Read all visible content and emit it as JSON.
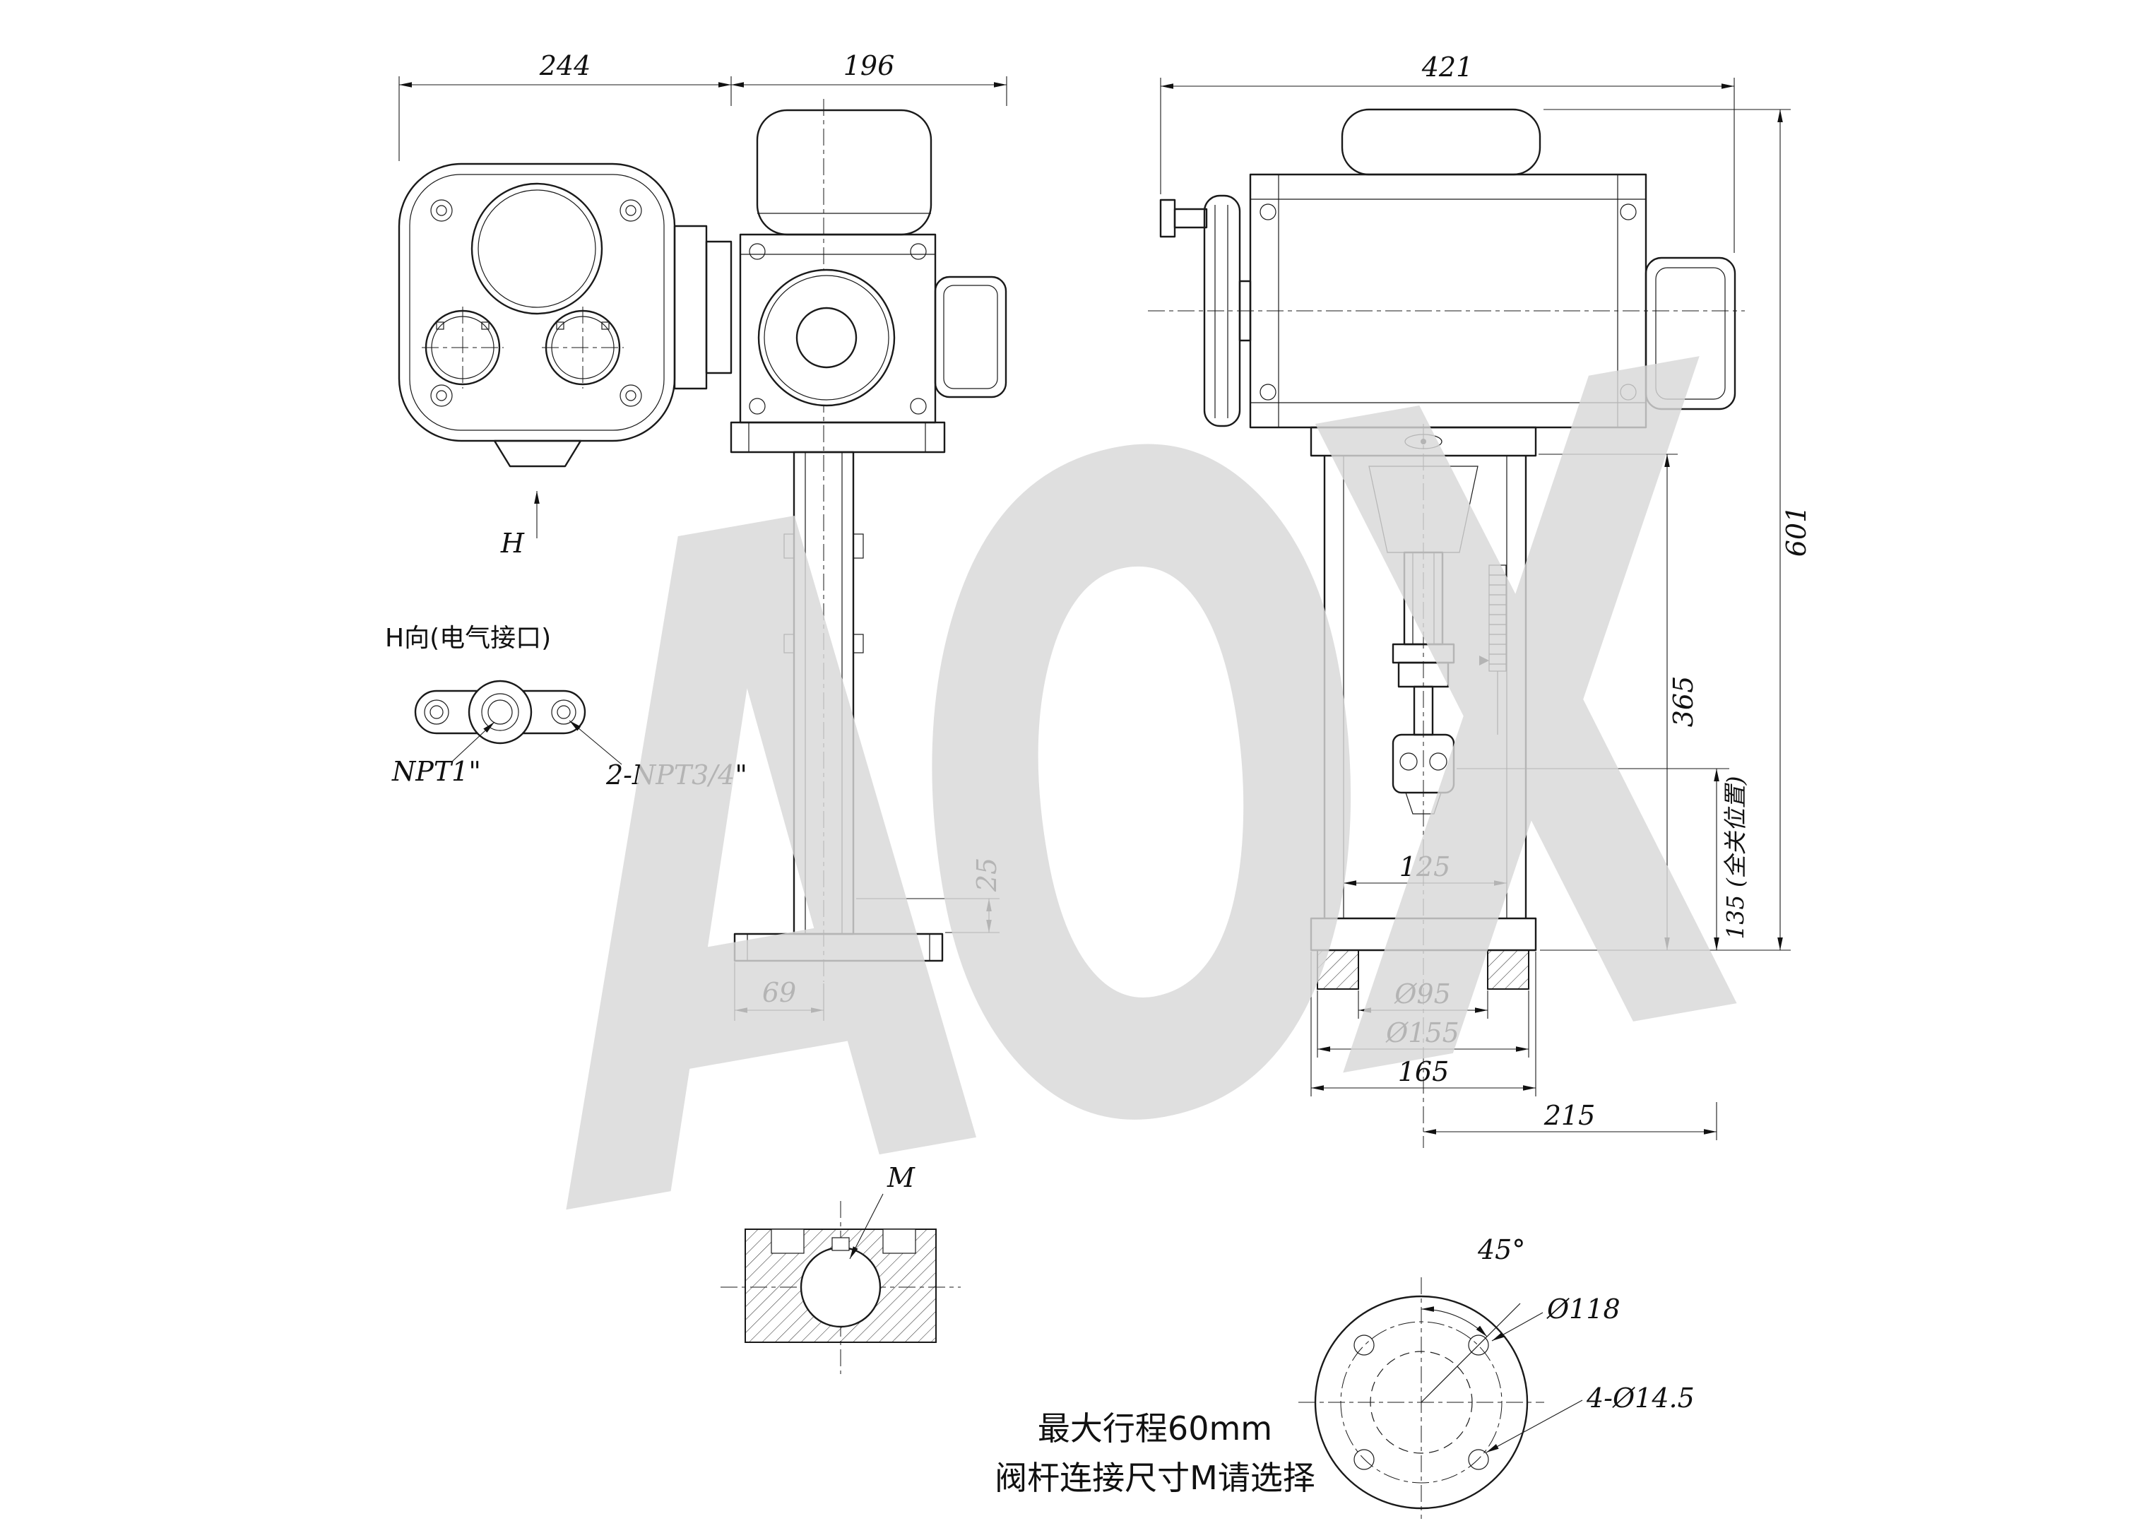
{
  "drawing": {
    "watermark": "AOX",
    "dims": {
      "d244": "244",
      "d196": "196",
      "d421": "421",
      "d601": "601",
      "d365": "365",
      "d135": "135 (全关位置)",
      "d25": "25",
      "d69": "69",
      "d125": "125",
      "d95": "Ø95",
      "d155": "Ø155",
      "d165": "165",
      "d215": "215"
    },
    "labels": {
      "h": "H",
      "h_view": "H向(电气接口)",
      "npt1": "NPT1\"",
      "npt34": "2-NPT3/4\"",
      "m": "M",
      "angle45": "45°",
      "d118": "Ø118",
      "holes": "4-Ø14.5"
    },
    "notes": {
      "line1": "最大行程60mm",
      "line2": "阀杆连接尺寸M请选择"
    }
  }
}
